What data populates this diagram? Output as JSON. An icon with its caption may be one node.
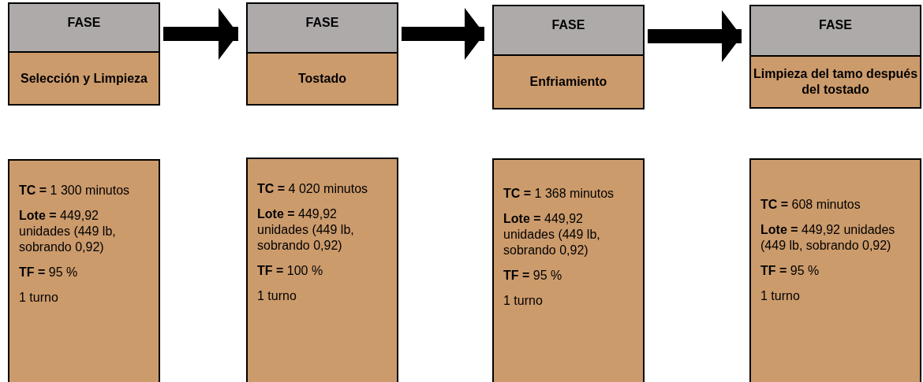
{
  "diagram": {
    "nodes": [
      {
        "text": [
          "FASE"
        ]
      },
      {
        "text": [
          "Selección y Limpieza"
        ]
      },
      {
        "text": [
          "FASE"
        ]
      },
      {
        "text": [
          "Tostado"
        ]
      },
      {
        "text": [
          "FASE"
        ]
      },
      {
        "text": [
          "Enfriamiento"
        ]
      },
      {
        "text": [
          "FASE"
        ]
      },
      {
        "text": [
          "Limpieza del tamo después del tostado"
        ]
      },
      {
        "text": [
          "**TC =** 1 300 minutos",
          "**Lote =** 449,92 unidades (449 lb, sobrando 0,92)",
          "**TF =** 95 %",
          "1 turno"
        ]
      },
      {
        "text": [
          "**TC =** 4 020 minutos",
          "**Lote =** 449,92 unidades (449 lb, sobrando 0,92)",
          "**TF =** 100 %",
          "1 turno"
        ]
      },
      {
        "text": [
          "**TC =** 1 368 minutos",
          "**Lote =** 449,92 unidades (449 lb, sobrando 0,92)",
          "**TF =** 95 %",
          "1 turno"
        ]
      },
      {
        "text": [
          "**TC =** 608 minutos",
          "**Lote =** 449,92 unidades (449 lb, sobrando 0,92)",
          "**TF =** 95 %",
          "1 turno"
        ]
      }
    ],
    "edges": [
      {
        "from": 0,
        "to": 2,
        "arrow": "to"
      },
      {
        "from": 2,
        "to": 4,
        "arrow": "to"
      },
      {
        "from": 4,
        "to": 6,
        "arrow": "to"
      }
    ]
  }
}
